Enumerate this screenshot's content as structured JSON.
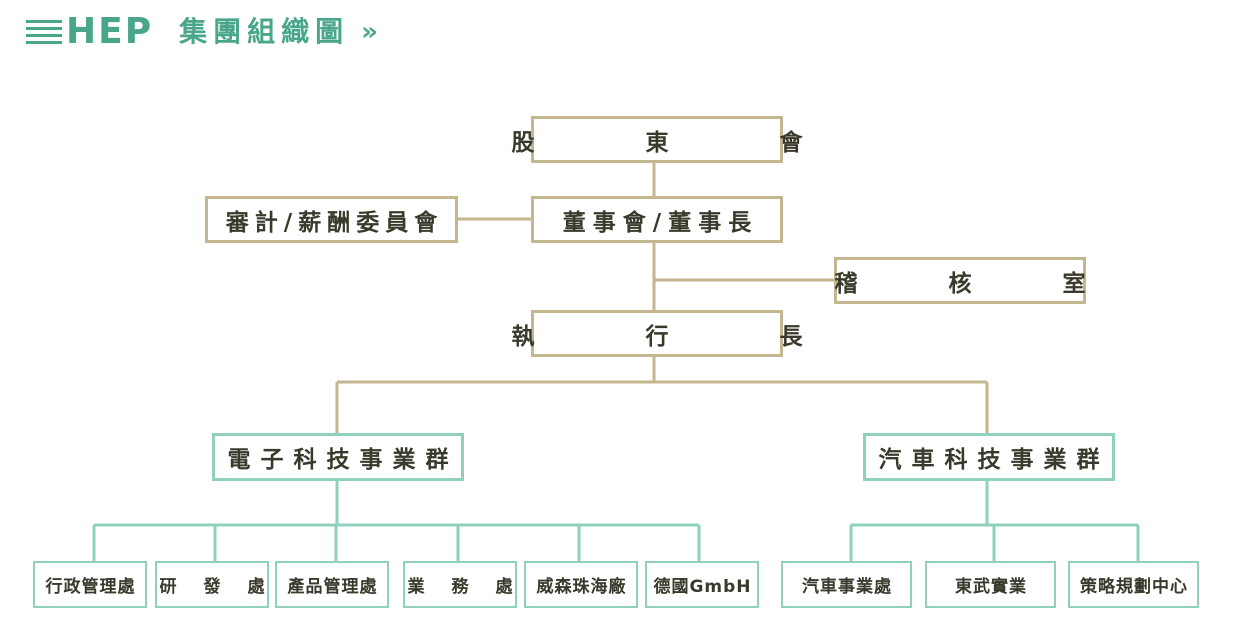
{
  "header": {
    "logo": "HEP",
    "title": "集團組織圖",
    "chevron": "»"
  },
  "org": {
    "shareholders": "股　東　會",
    "board": "董事會/董事長",
    "committee": "審計/薪酬委員會",
    "audit_office": "稽　核　室",
    "ceo": "執　行　長",
    "electronics_group": "電子科技事業群",
    "automotive_group": "汽車科技事業群",
    "electronics_units": [
      "行政管理處",
      "研　發　處",
      "產品管理處",
      "業　務　處",
      "威森珠海廠",
      "德國GmbH"
    ],
    "automotive_units": [
      "汽車事業處",
      "東武實業",
      "策略規劃中心"
    ]
  },
  "colors": {
    "gold": "#c4b68e",
    "teal": "#8fd0be",
    "brand": "#4aa68a",
    "text": "#3a3a2c"
  }
}
